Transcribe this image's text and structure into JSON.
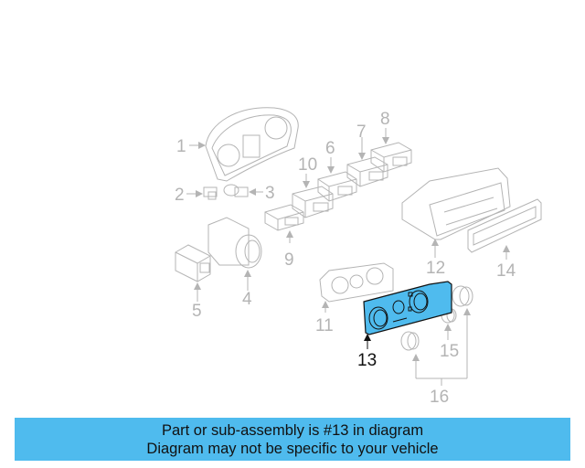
{
  "diagram": {
    "highlight_color": "#4fbbee",
    "line_color": "#b4b4b4",
    "selected_part": "13",
    "callouts": [
      {
        "id": "1",
        "label": "1",
        "part": "instrument-cluster"
      },
      {
        "id": "2",
        "label": "2",
        "part": "connector"
      },
      {
        "id": "3",
        "label": "3",
        "part": "sensor"
      },
      {
        "id": "4",
        "label": "4",
        "part": "headlight-switch"
      },
      {
        "id": "5",
        "label": "5",
        "part": "small-switch"
      },
      {
        "id": "6",
        "label": "6",
        "part": "switch"
      },
      {
        "id": "7",
        "label": "7",
        "part": "switch"
      },
      {
        "id": "8",
        "label": "8",
        "part": "switch"
      },
      {
        "id": "9",
        "label": "9",
        "part": "switch"
      },
      {
        "id": "10",
        "label": "10",
        "part": "switch"
      },
      {
        "id": "11",
        "label": "11",
        "part": "climate-control-unit"
      },
      {
        "id": "12",
        "label": "12",
        "part": "climate-control-module"
      },
      {
        "id": "13",
        "label": "13",
        "part": "control-panel-trim"
      },
      {
        "id": "14",
        "label": "14",
        "part": "trim-bezel"
      },
      {
        "id": "15",
        "label": "15",
        "part": "small-knob"
      },
      {
        "id": "16",
        "label": "16",
        "part": "knobs"
      }
    ]
  },
  "banner": {
    "line1": "Part or sub-assembly is #13 in diagram",
    "line2": "Diagram may not be specific to your vehicle"
  }
}
